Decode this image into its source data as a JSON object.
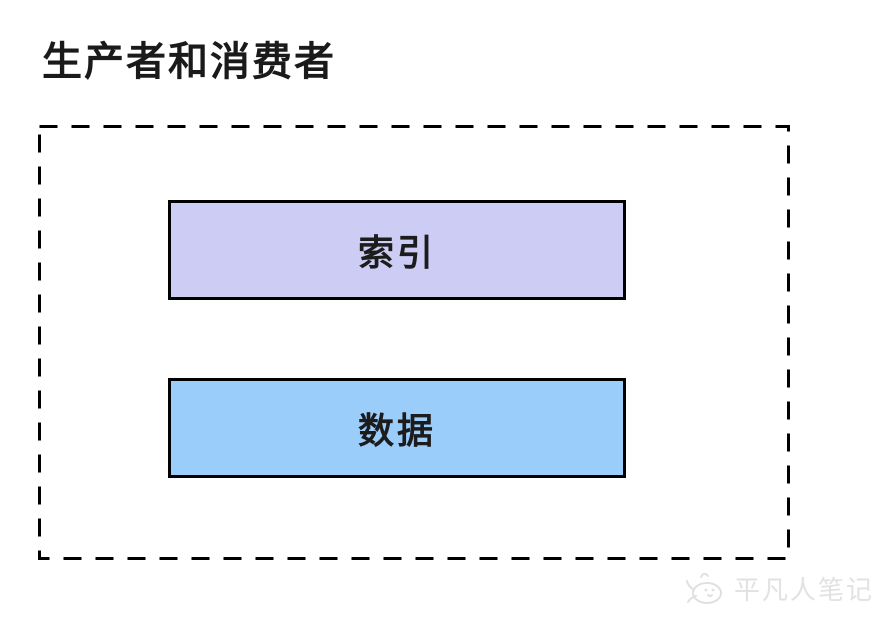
{
  "page": {
    "background": "#ffffff"
  },
  "diagram": {
    "title": "生产者和消费者",
    "group": {
      "border_style": "dashed",
      "border_color": "#000000"
    },
    "boxes": [
      {
        "label": "索引",
        "fill": "#cdccf5",
        "border_color": "#000000"
      },
      {
        "label": "数据",
        "fill": "#9bcdfb",
        "border_color": "#000000"
      }
    ]
  },
  "watermark": {
    "text": "平凡人笔记",
    "icon": "doodle-bird-icon",
    "color": "#e2e2e2"
  }
}
